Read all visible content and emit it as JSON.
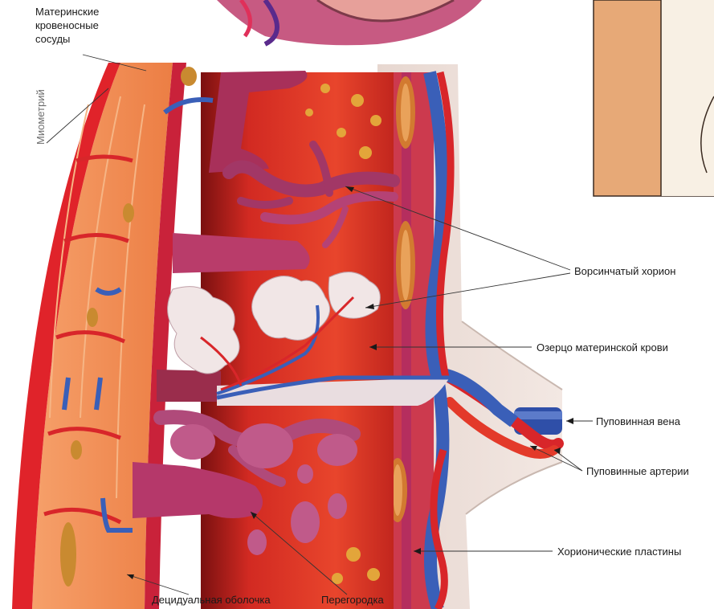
{
  "labels": {
    "maternal_vessels": [
      "Материнские",
      "кровеносные",
      "сосуды"
    ],
    "myometrium": "Миометрий",
    "villous_chorion": "Ворсинчатый хорион",
    "maternal_blood_lake": "Озерцо материнской крови",
    "umbilical_vein": "Пуповинная вена",
    "umbilical_arteries": "Пуповинные артерии",
    "chorionic_plates": "Хорионические пластины",
    "decidua": "Децидуальная оболочка",
    "septum": "Перегородка"
  },
  "colors": {
    "tissue_red": "#d8262a",
    "muscle_orange": "#f2894e",
    "villi_purple": "#b2386c",
    "vein_blue": "#3a5fb8",
    "frame_tan": "#e9b17f"
  }
}
